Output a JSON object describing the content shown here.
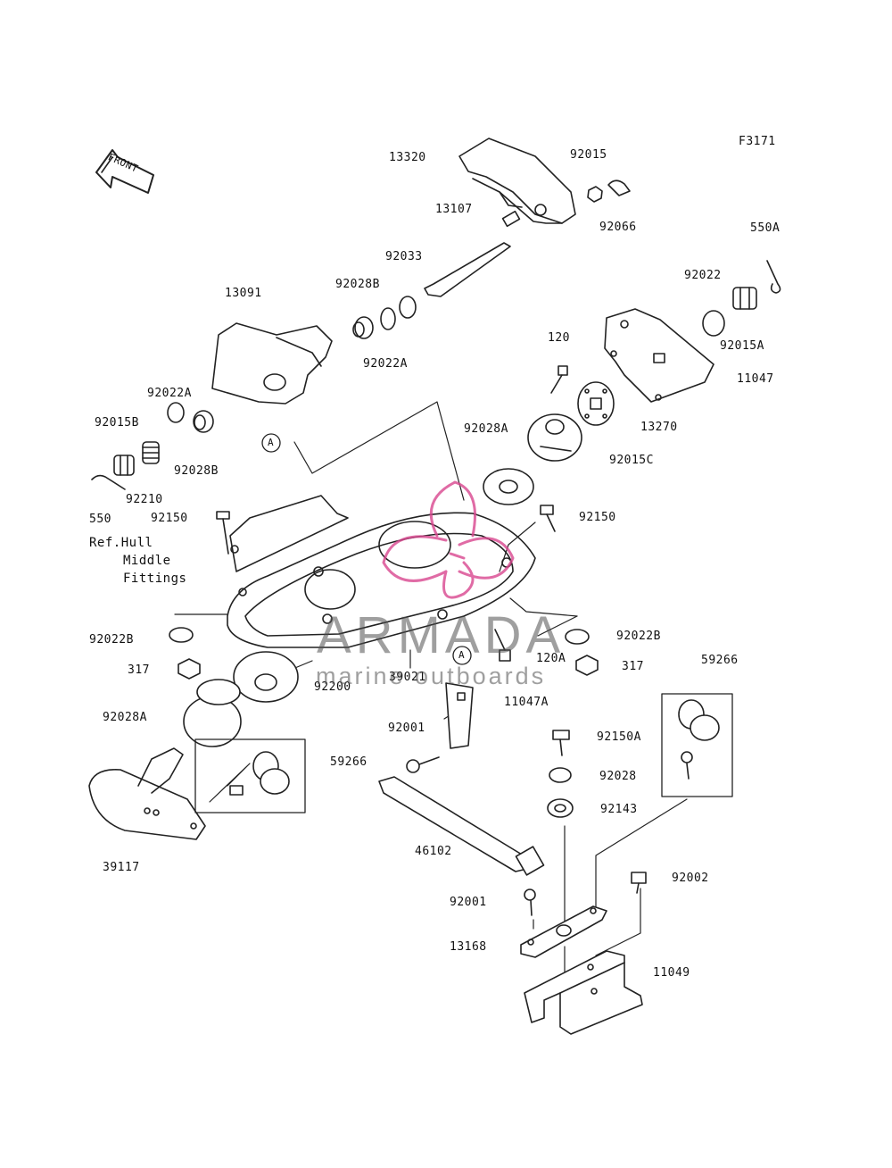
{
  "diagram_code": "F3171",
  "front_label": "FRONT",
  "reference_note": [
    "Ref.Hull",
    "Middle",
    "Fittings"
  ],
  "callout_letter": "A",
  "watermark": {
    "brand": "ARMADA",
    "tagline": "marine outboards",
    "logo_color": "#d9478f"
  },
  "parts": [
    "13320",
    "92015",
    "92066",
    "550A",
    "13107",
    "92033",
    "92028B",
    "13091",
    "92022",
    "92015A",
    "92022A",
    "120",
    "11047",
    "92022A",
    "92015B",
    "92028B",
    "13270",
    "92028A",
    "92015C",
    "92210",
    "550",
    "92150",
    "92150",
    "92022B",
    "92022B",
    "317",
    "120A",
    "317",
    "39021",
    "92200",
    "59266",
    "11047A",
    "92028A",
    "92001",
    "92150A",
    "59266",
    "92028",
    "92143",
    "39117",
    "46102",
    "92002",
    "92001",
    "13168",
    "11049"
  ]
}
